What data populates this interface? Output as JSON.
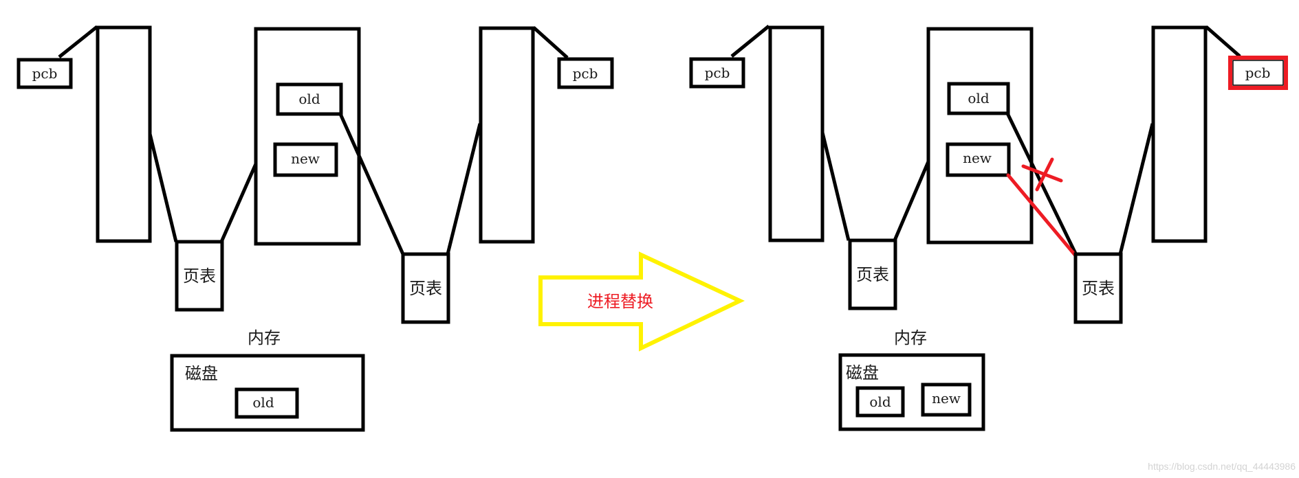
{
  "colors": {
    "stroke": "#000000",
    "highlight_red": "#ed1c24",
    "arrow_yellow": "#fff200",
    "watermark_gray": "#d3d3d3"
  },
  "before": {
    "pcb_left_label": "pcb",
    "pcb_right_label": "pcb",
    "memory_old_label": "old",
    "memory_new_label": "new",
    "page_table_left_label": "页表",
    "page_table_right_label": "页表",
    "memory_caption": "内存",
    "disk_caption": "磁盘",
    "disk_items": [
      "old"
    ]
  },
  "arrow": {
    "label": "进程替换"
  },
  "after": {
    "pcb_left_label": "pcb",
    "pcb_right_label": "pcb",
    "memory_old_label": "old",
    "memory_new_label": "new",
    "page_table_left_label": "页表",
    "page_table_right_label": "页表",
    "memory_caption": "内存",
    "disk_caption": "磁盘",
    "disk_items": [
      "old",
      "new"
    ]
  },
  "watermark": "https://blog.csdn.net/qq_44443986"
}
